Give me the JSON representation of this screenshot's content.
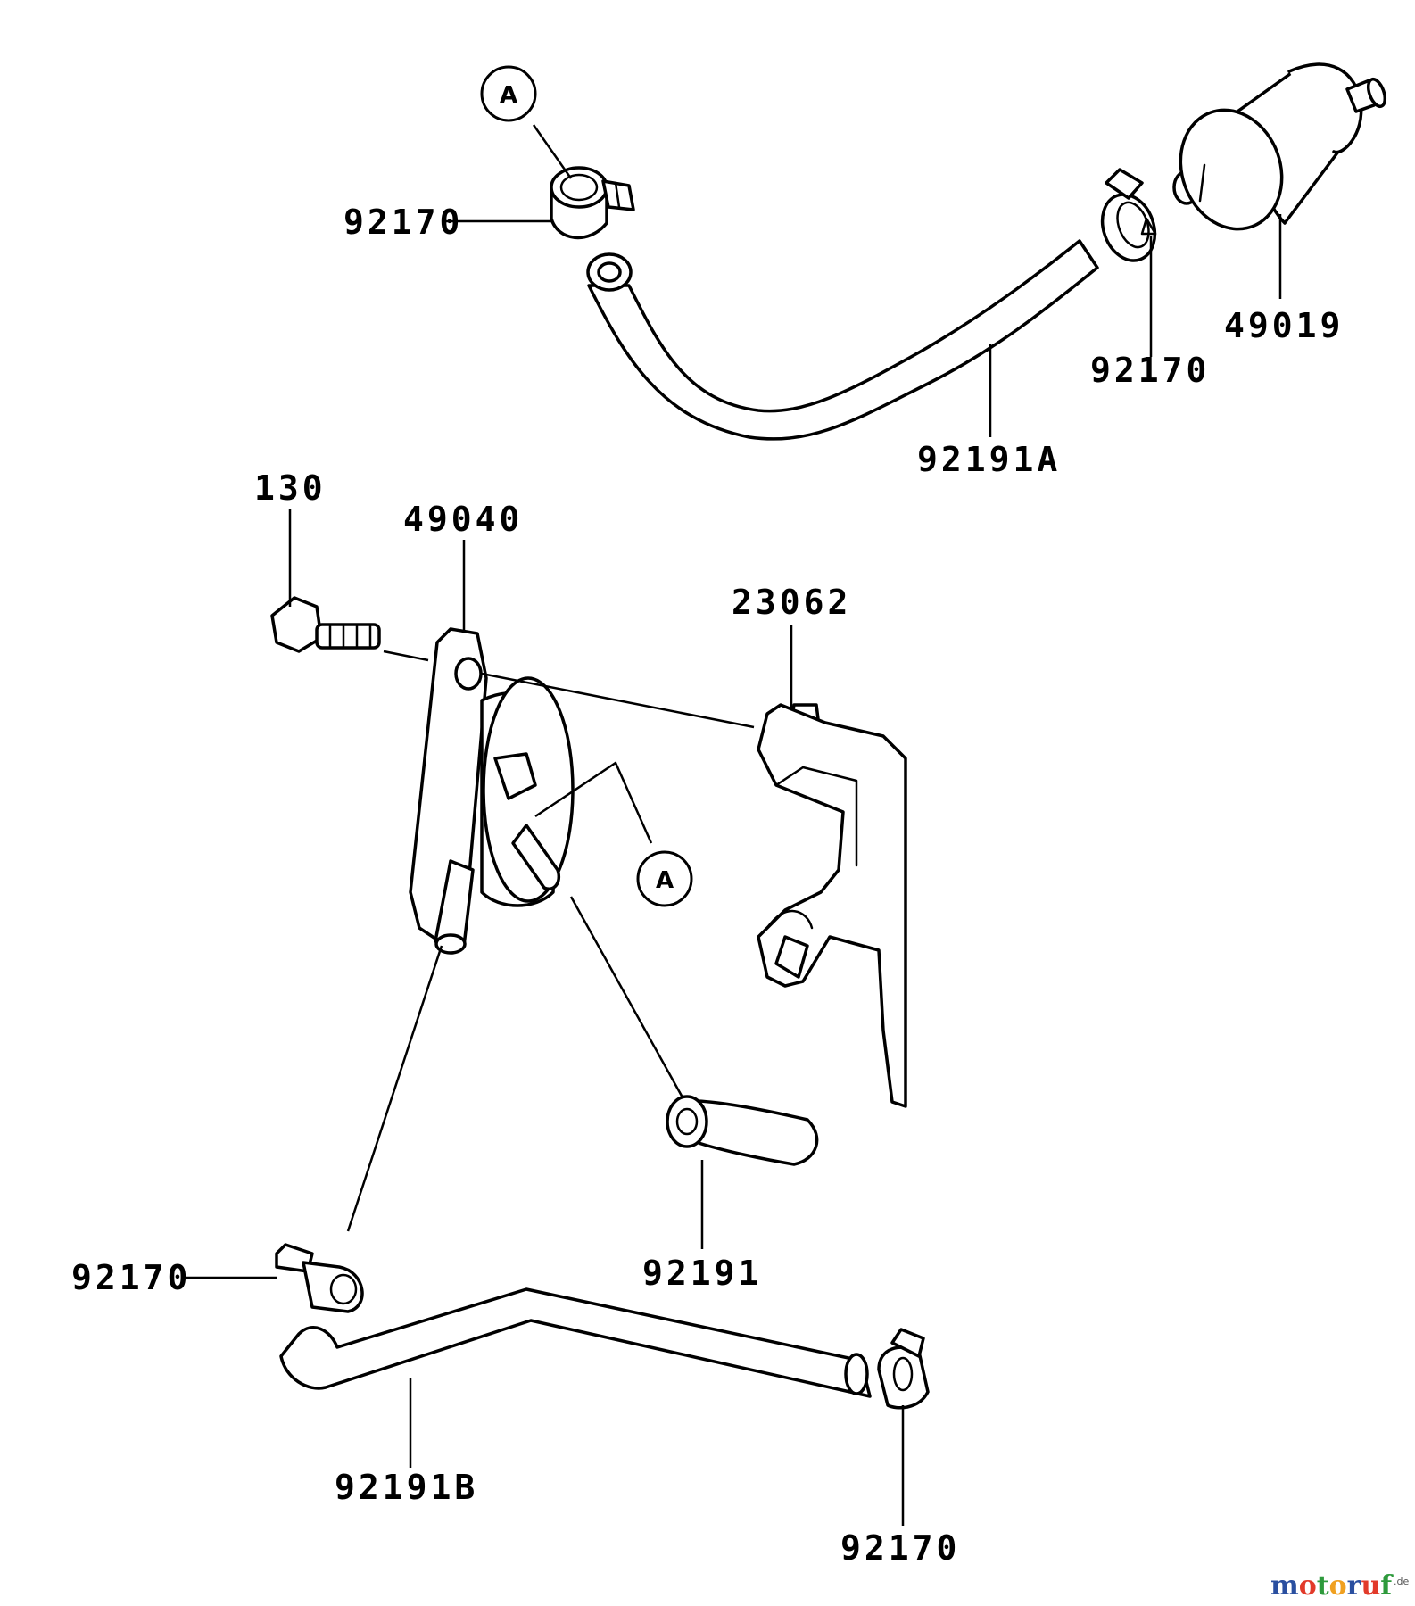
{
  "callouts": {
    "clamp_top_left": "92170",
    "clamp_top_right": "92170",
    "fuel_filter": "49019",
    "hose_top": "92191A",
    "bolt": "130",
    "fuel_pump": "49040",
    "bracket": "23062",
    "hose_short": "92191",
    "clamp_lower_left": "92170",
    "hose_bottom": "92191B",
    "clamp_bottom": "92170"
  },
  "reference_marks": {
    "top": "A",
    "middle": "A"
  },
  "watermark": {
    "letters": [
      "m",
      "o",
      "t",
      "o",
      "r",
      "u",
      "f"
    ],
    "letter_colors": [
      "#2a4fa0",
      "#e23a2a",
      "#2e9a3c",
      "#f0a020",
      "#2a4fa0",
      "#e23a2a",
      "#2e9a3c"
    ],
    "suffix": ".de"
  }
}
